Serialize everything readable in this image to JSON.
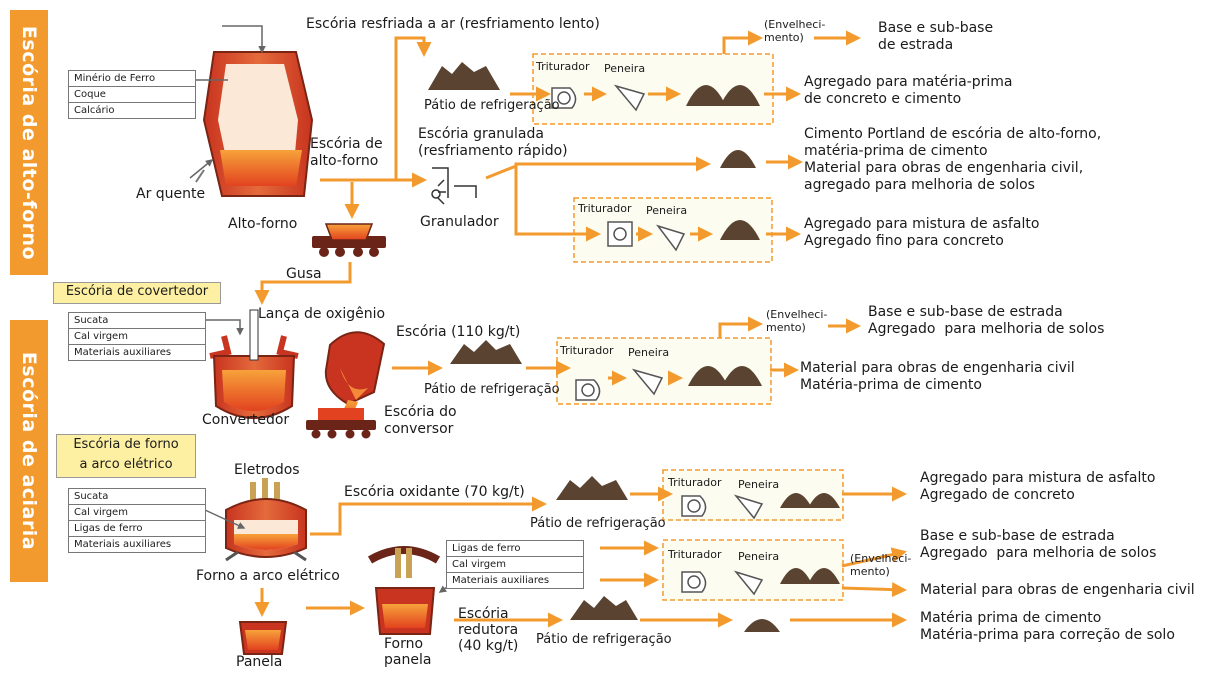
{
  "side": {
    "bf": "Escória de alto-forno",
    "st": "Escória de aciaria"
  },
  "bf": {
    "inputs": [
      "Minério de Ferro",
      "Coque",
      "Calcário"
    ],
    "hot_air": "Ar quente",
    "furnace": "Alto-forno",
    "slag": "Escória de alto-forno",
    "air_cooled": "Escória resfriada a ar  (resfriamento lento)",
    "cooling_yard": "Pátio de refrigeração",
    "crusher": "Triturador",
    "sieve": "Peneira",
    "aging": "(Envelheci-\nmento)",
    "out_road": "Base e sub-base\nde estrada",
    "out_concrete": "Agregado para matéria-prima\nde concreto e cimento",
    "granulated": "Escória granulada\n(resfriamento rápido)",
    "granulator": "Granulador",
    "out_cement": "Cimento Portland de escória de alto-forno,\nmatéria-prima de cimento\nMaterial para obras de engenharia civil,\nagregado para melhoria de solos",
    "out_asphalt": "Agregado para mistura de asfalto\nAgregado fino para concreto",
    "pig_iron": "Gusa"
  },
  "conv": {
    "label": "Escória de covertedor",
    "inputs": [
      "Sucata",
      "Cal virgem",
      "Materiais auxiliares"
    ],
    "lance": "Lança de oxigênio",
    "converter": "Convertedor",
    "slag": "Escória (110 kg/t)",
    "conv_slag": "Escória do\nconversor",
    "cooling_yard": "Pátio de refrigeração",
    "crusher": "Triturador",
    "sieve": "Peneira",
    "aging": "(Envelheci-\nmento)",
    "out_road": "Base e sub-base de estrada\nAgregado  para melhoria de solos",
    "out_civil": "Material para obras de engenharia civil\nMatéria-prima de cimento"
  },
  "eaf": {
    "label": "Escória de forno\na arco elétrico",
    "electrodes": "Eletrodos",
    "inputs": [
      "Sucata",
      "Cal virgem",
      "Ligas de ferro",
      "Materiais auxiliares"
    ],
    "furnace": "Forno a arco elétrico",
    "oxidizing": "Escória oxidante (70 kg/t)",
    "cooling_yard": "Pátio de refrigeração",
    "crusher": "Triturador",
    "sieve": "Peneira",
    "out_asphalt": "Agregado para mistura de asfalto\nAgregado de concreto",
    "ladle_inputs": [
      "Ligas de ferro",
      "Cal virgem",
      "Materiais auxiliares"
    ],
    "crusher2": "Triturador",
    "sieve2": "Peneira",
    "aging": "(Envelheci-\nmento)",
    "out_road": "Base e sub-base de estrada\nAgregado  para melhoria de solos",
    "out_civil": "Material para obras de engenharia civil",
    "ladle": "Panela",
    "ladle_furnace": "Forno\npanela",
    "reducing": "Escória\nredutora\n(40 kg/t)",
    "cooling_yard2": "Pátio de refrigeração",
    "out_cement": "Matéria prima de cimento\nMatéria-prima para correção de solo"
  },
  "colors": {
    "accent": "#f39a2e",
    "box": "#fdf0a2",
    "slag": "#5a4431",
    "metal": "#d9452a"
  }
}
